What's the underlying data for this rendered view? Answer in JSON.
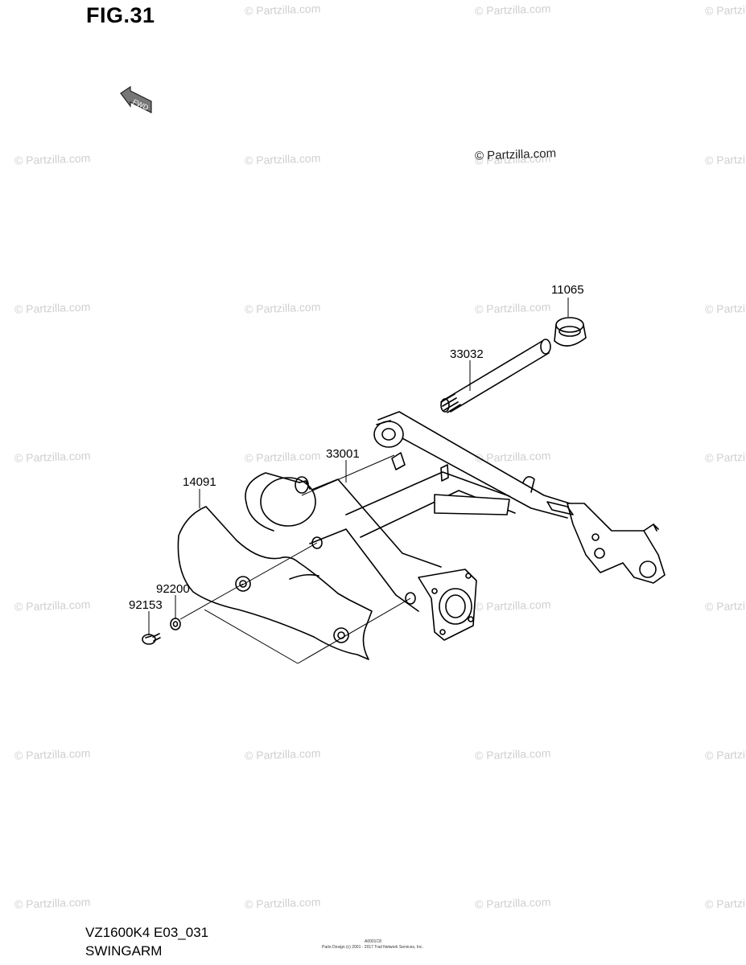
{
  "figure": {
    "title": "FIG.31",
    "fwd_label": "FWD"
  },
  "watermark": {
    "text": "© Partzilla.com"
  },
  "parts": {
    "p11065": "11065",
    "p33032": "33032",
    "p33001": "33001",
    "p14091": "14091",
    "p92200": "92200",
    "p92153": "92153"
  },
  "footer": {
    "model_code": "VZ1600K4 E03_031",
    "section_name": "SWINGARM",
    "small_id": "A0001C8",
    "small_copyright": "Parts Design (c) 2001 - 2017 Trail Network Services, Inc."
  }
}
